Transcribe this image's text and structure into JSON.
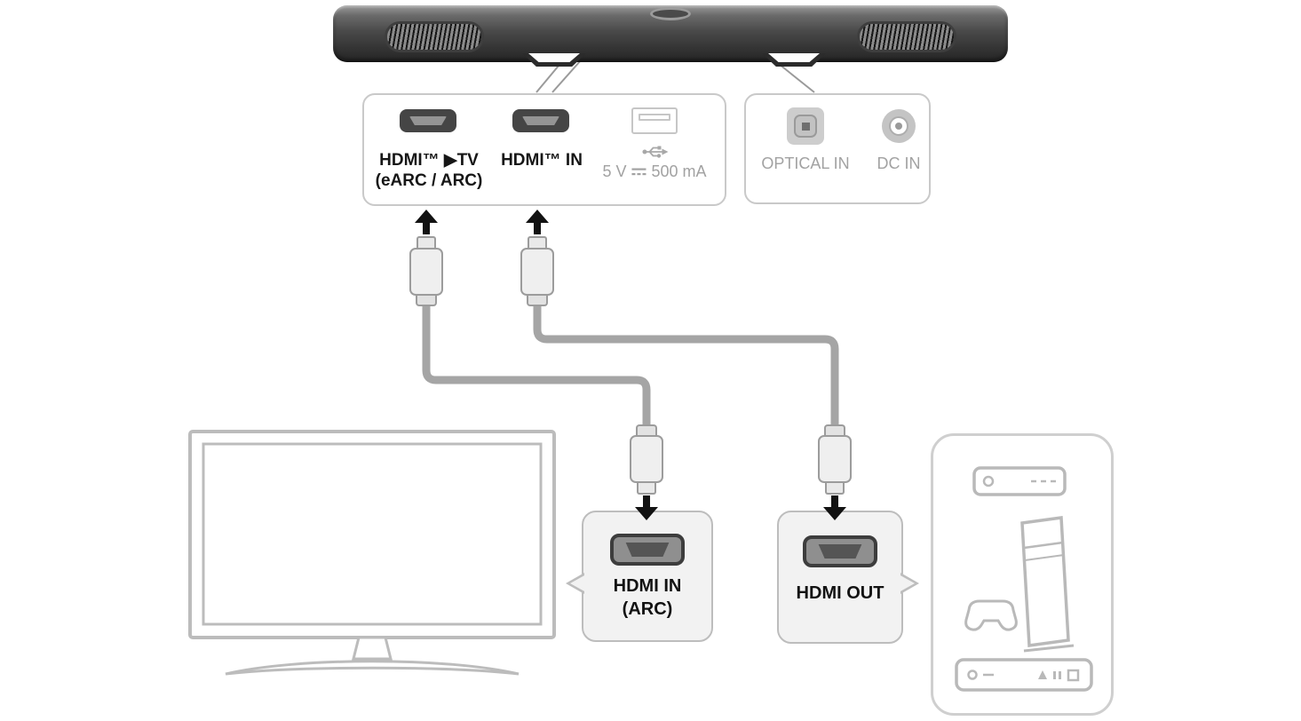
{
  "ports_panel": {
    "hdmi_tv": {
      "line1": "HDMI™ ▶TV",
      "line2": "(eARC / ARC)"
    },
    "hdmi_in": {
      "label": "HDMI™ IN"
    },
    "usb": {
      "prefix": "5 V",
      "suffix": "500 mA"
    }
  },
  "power_panel": {
    "optical": {
      "label": "OPTICAL IN"
    },
    "dc": {
      "label": "DC IN"
    }
  },
  "tv_box": {
    "line1": "HDMI IN",
    "line2": "(ARC)"
  },
  "device_box": {
    "label": "HDMI OUT"
  },
  "icons": {
    "hdmi_port": "hdmi-connector-shape",
    "usb_port": "usb-receptacle-shape",
    "usb_symbol": "usb-trident",
    "dc_symbol": "dc-voltage solid-over-dashed line",
    "optical_port": "toslink-square",
    "dc_jack": "concentric-circles",
    "arrow": "solid-black-arrow",
    "tv": "tv-outline",
    "settop_box": "set-top-box-outline",
    "game_console": "game-console-and-controller-outline",
    "disc_player": "disc-player-outline"
  },
  "colors": {
    "cable": "#a5a5a5",
    "arrow": "#121212",
    "black_label": "#121212",
    "gray_label": "#a2a2a2",
    "panel_border": "#c9c9c9",
    "outline_gray": "#bcbcbc",
    "callout_fill": "#f2f2f2"
  }
}
